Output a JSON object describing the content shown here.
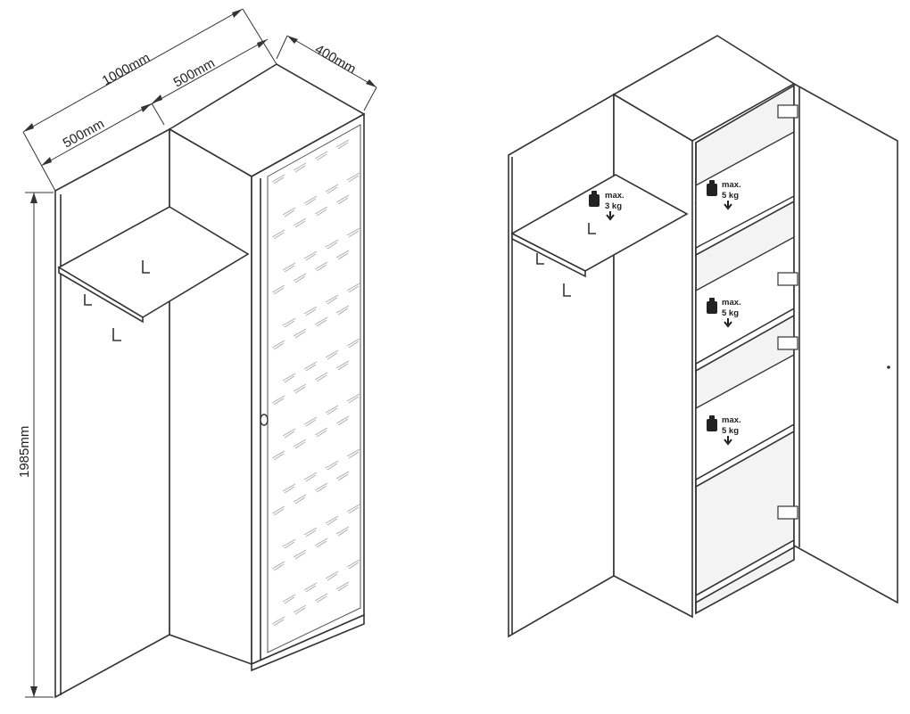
{
  "dimensions": {
    "total_width": "1000mm",
    "left_section_width": "500mm",
    "right_section_width": "500mm",
    "depth": "400mm",
    "height": "1985mm"
  },
  "load_labels": [
    {
      "max": "max.",
      "weight": "3 kg"
    },
    {
      "max": "max.",
      "weight": "5 kg"
    },
    {
      "max": "max.",
      "weight": "5 kg"
    },
    {
      "max": "max.",
      "weight": "5 kg"
    }
  ],
  "colors": {
    "line": "#333333",
    "pattern": "#aaaaaa",
    "background": "#ffffff"
  }
}
